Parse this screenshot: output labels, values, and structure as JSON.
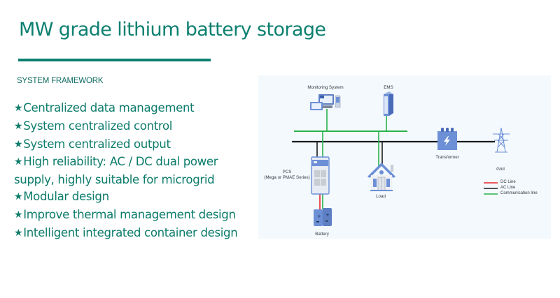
{
  "header": {
    "title": "MW grade lithium battery storage",
    "accent_color": "#0d8070"
  },
  "section_label": "SYSTEM FRAMEWORK",
  "features": {
    "bullet_icon": "star-icon",
    "bullet_glyph": "★",
    "items": [
      {
        "text": "Centralized data management"
      },
      {
        "text": "System centralized control"
      },
      {
        "text": "System centralized output"
      },
      {
        "text": "High reliability: AC / DC dual power"
      },
      {
        "text": "supply, highly suitable for microgrid",
        "continuation": true
      },
      {
        "text": "Modular design"
      },
      {
        "text": "Improve thermal management design"
      },
      {
        "text": "Intelligent integrated container design"
      }
    ]
  },
  "diagram": {
    "nodes": {
      "monitoring": "Monitoring System",
      "ems": "EMS",
      "pcs_line1": "PCS",
      "pcs_line2": "(Mega or PMAE Series)",
      "load": "Load",
      "transformer": "Transformer",
      "grid": "Grid",
      "battery": "Battery"
    },
    "legend": [
      {
        "label": "DC Line",
        "color": "#e8262a"
      },
      {
        "label": "AC Line",
        "color": "#1a1a1a"
      },
      {
        "label": "Communication line",
        "color": "#2bb24c"
      }
    ],
    "colors": {
      "device_blue": "#6c8fd6",
      "dc_line": "#e8262a",
      "ac_line": "#1a1a1a",
      "comm_line": "#2bb24c"
    }
  }
}
